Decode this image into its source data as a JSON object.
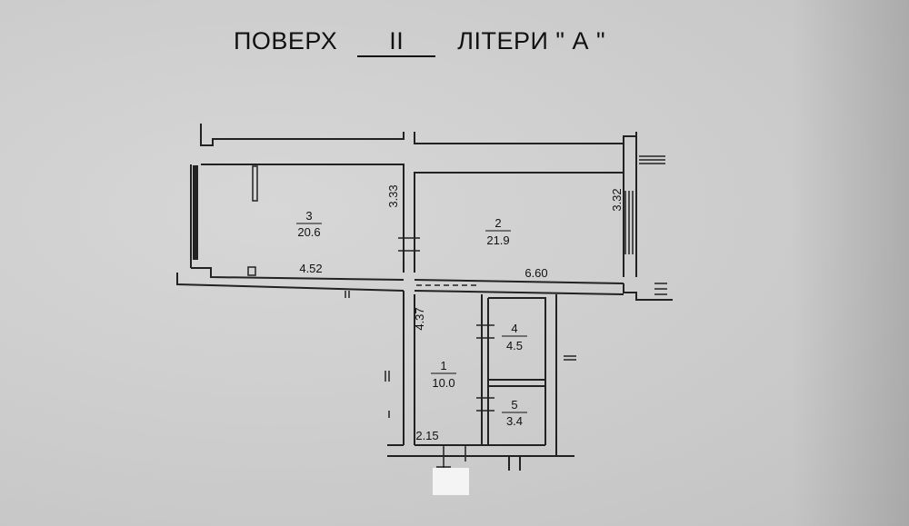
{
  "title": {
    "prefix": "ПОВЕРХ",
    "floor": "II",
    "letter_label": "ЛІТЕРИ",
    "letter_value": "\" А \""
  },
  "rooms": [
    {
      "id": "room-3",
      "number": "3",
      "area": "20.6"
    },
    {
      "id": "room-2",
      "number": "2",
      "area": "21.9"
    },
    {
      "id": "room-1",
      "number": "1",
      "area": "10.0"
    },
    {
      "id": "room-4",
      "number": "4",
      "area": "4.5"
    },
    {
      "id": "room-5",
      "number": "5",
      "area": "3.4"
    }
  ],
  "dimensions": {
    "room3_height": "3.33",
    "room3_width": "4.52",
    "room2_height": "3.32",
    "room2_width": "6.60",
    "room1_height": "4.37",
    "room1_width": "2.15"
  }
}
